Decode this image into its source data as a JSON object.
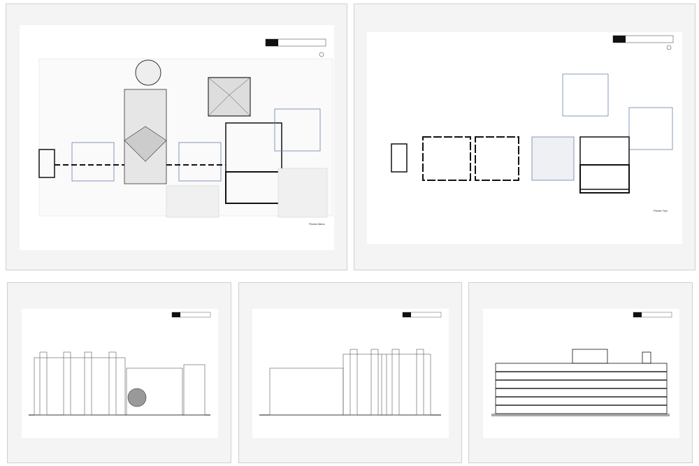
{
  "gallery": {
    "items": [
      {
        "label": "Planta Baixa",
        "kind": "floor-plan-ground"
      },
      {
        "label": "Planta Tipo",
        "kind": "floor-plan-typical"
      },
      {
        "label": "",
        "kind": "elevation-with-tree"
      },
      {
        "label": "",
        "kind": "elevation"
      },
      {
        "label": "",
        "kind": "section"
      }
    ]
  },
  "colors": {
    "card_bg": "#f4f4f4",
    "card_border": "#cfcfcf",
    "ink": "#111111",
    "blue_line": "#6a7fb0"
  }
}
